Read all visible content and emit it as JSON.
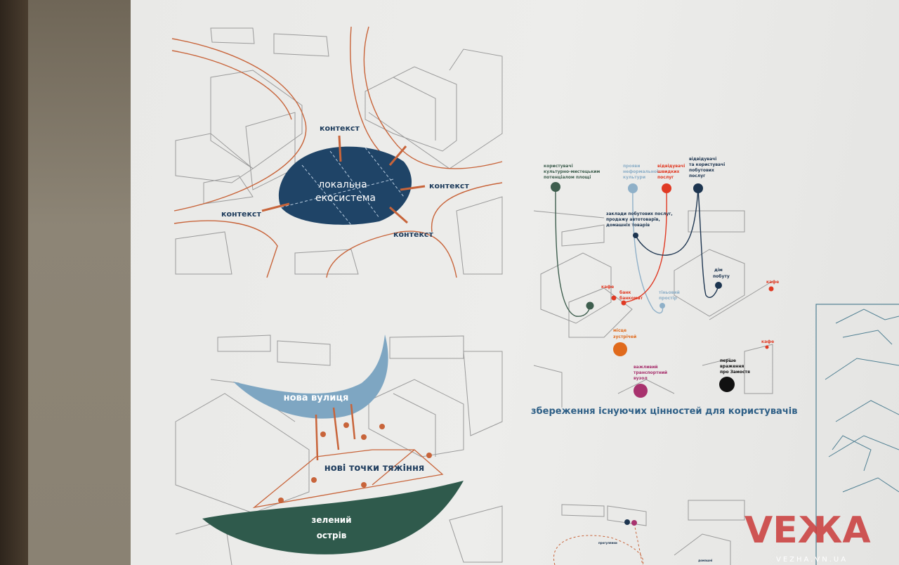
{
  "diagram_top": {
    "center_label_line1": "локальна",
    "center_label_line2": "екосистема",
    "context_labels": [
      "контекст",
      "контекст",
      "контекст",
      "контекст"
    ]
  },
  "diagram_bottom": {
    "street_label": "нова вулиця",
    "points_label": "нові точки тяжіння",
    "green_label_line1": "зелений",
    "green_label_line2": "острів"
  },
  "users_diagram": {
    "groups": [
      {
        "lines": [
          "користувачі",
          "культурно-мистецьким",
          "потенціалом площі"
        ],
        "color": "#3e5e4e"
      },
      {
        "lines": [
          "прояви",
          "неформальної",
          "культури"
        ],
        "color": "#8fb0c8"
      },
      {
        "lines": [
          "відвідувачі",
          "швидких",
          "послуг"
        ],
        "color": "#e03a24"
      },
      {
        "lines": [
          "відвідувачі",
          "та користувачі",
          "побутових",
          "послуг"
        ],
        "color": "#1d3550"
      }
    ],
    "services_label": [
      "заклади побутових послуг,",
      "продажу автотоварів,",
      "домашніх товарів"
    ],
    "dim_pobutu": [
      "дім",
      "побуту"
    ],
    "cafe": "кафе",
    "bank": [
      "банк",
      "банкомат"
    ],
    "shadow": [
      "тіньовий",
      "простір"
    ],
    "meeting": [
      "місце",
      "зустрічей"
    ],
    "transport": [
      "важливий",
      "транспортний",
      "вузол"
    ],
    "first_impression": [
      "перше",
      "враження",
      "про Замостя"
    ],
    "heading": "збереження існуючих цінностей для користувачів",
    "walks": "прогулянки",
    "domestic": "домашні",
    "colors": {
      "orange": "#e06a1c",
      "magenta": "#a8326e",
      "black": "#111111"
    }
  },
  "watermark": {
    "logo": "VEЖA",
    "url": "VEZHA.VN.UA"
  }
}
